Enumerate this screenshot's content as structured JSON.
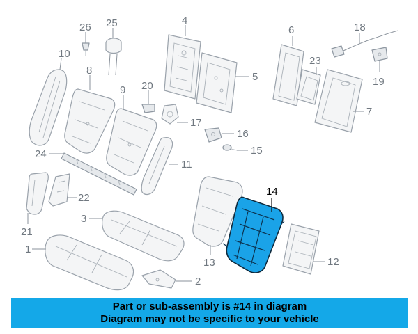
{
  "diagram": {
    "highlighted_part": "14",
    "callouts": [
      {
        "id": "c1",
        "label": "1"
      },
      {
        "id": "c2",
        "label": "2"
      },
      {
        "id": "c3",
        "label": "3"
      },
      {
        "id": "c4",
        "label": "4"
      },
      {
        "id": "c5",
        "label": "5"
      },
      {
        "id": "c6",
        "label": "6"
      },
      {
        "id": "c7",
        "label": "7"
      },
      {
        "id": "c8",
        "label": "8"
      },
      {
        "id": "c9",
        "label": "9"
      },
      {
        "id": "c10",
        "label": "10"
      },
      {
        "id": "c11",
        "label": "11"
      },
      {
        "id": "c12",
        "label": "12"
      },
      {
        "id": "c13",
        "label": "13"
      },
      {
        "id": "c14",
        "label": "14"
      },
      {
        "id": "c15",
        "label": "15"
      },
      {
        "id": "c16",
        "label": "16"
      },
      {
        "id": "c17",
        "label": "17"
      },
      {
        "id": "c18",
        "label": "18"
      },
      {
        "id": "c19",
        "label": "19"
      },
      {
        "id": "c20",
        "label": "20"
      },
      {
        "id": "c21",
        "label": "21"
      },
      {
        "id": "c22",
        "label": "22"
      },
      {
        "id": "c23",
        "label": "23"
      },
      {
        "id": "c24",
        "label": "24"
      },
      {
        "id": "c25",
        "label": "25"
      },
      {
        "id": "c26",
        "label": "26"
      }
    ]
  },
  "banner": {
    "line1": "Part or sub-assembly is #14 in diagram",
    "line2": "Diagram may not be specific to your vehicle"
  },
  "colors": {
    "highlight": "#1aa3e8",
    "banner_background": "#14a8e8",
    "line_art": "#9aa2ab"
  }
}
